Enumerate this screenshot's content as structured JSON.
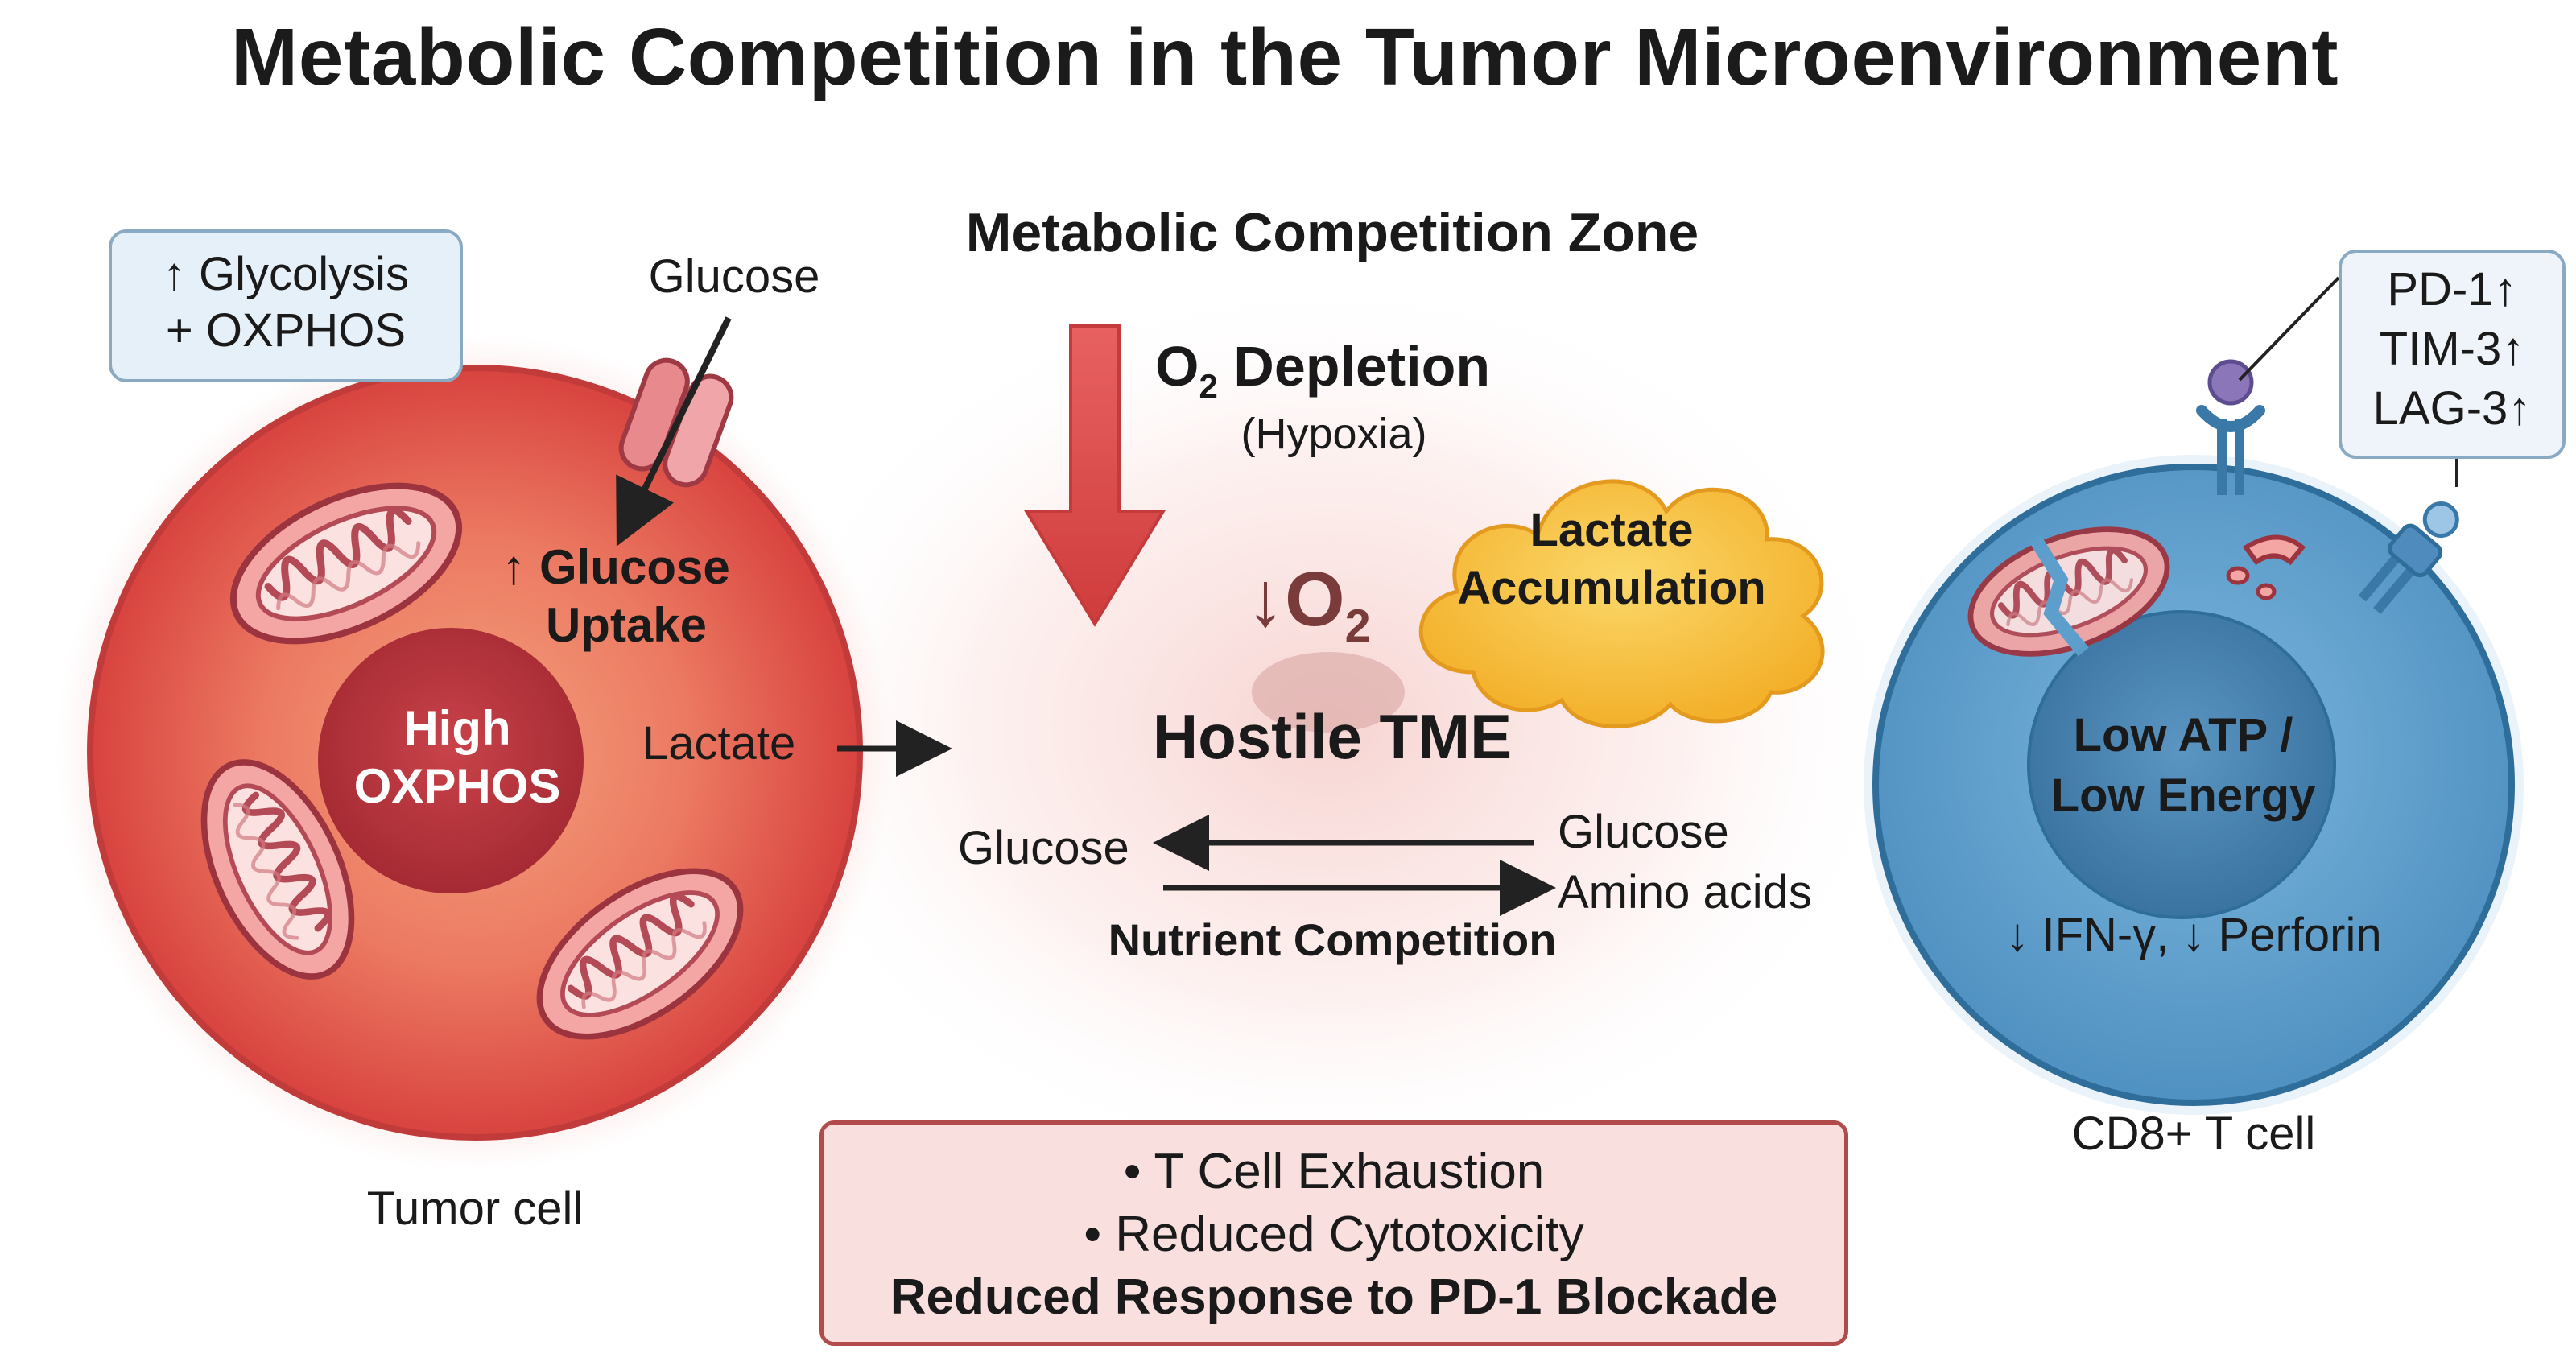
{
  "title": "Metabolic Competition in the Tumor Microenvironment",
  "tumor": {
    "box_line1": "↑ Glycolysis",
    "box_line2": "+ OXPHOS",
    "glucose": "Glucose",
    "uptake_line1": "↑ Glucose",
    "uptake_line2": "Uptake",
    "nucleus_line1": "High",
    "nucleus_line2": "OXPHOS",
    "lactate": "Lactate",
    "caption": "Tumor cell"
  },
  "zone": {
    "heading": "Metabolic Competition Zone",
    "o2_depletion_main": "O",
    "o2_depletion_sub": "2",
    "o2_depletion_rest": " Depletion",
    "hypoxia": "(Hypoxia)",
    "low_o2_arrow": "↓",
    "low_o2_main": "O",
    "low_o2_sub": "2",
    "lactate_line1": "Lactate",
    "lactate_line2": "Accumulation",
    "hostile": "Hostile TME",
    "glucose_left": "Glucose",
    "glucose_right": "Glucose",
    "amino_acids": "Amino acids",
    "nutrient": "Nutrient Competition"
  },
  "outcome": {
    "line1": "• T Cell Exhaustion",
    "line2": "• Reduced Cytotoxicity",
    "line3": "Reduced Response to PD-1 Blockade"
  },
  "tcell": {
    "receptor1": "PD-1↑",
    "receptor2": "TIM-3↑",
    "receptor3": "LAG-3↑",
    "nucleus_line1": "Low ATP /",
    "nucleus_line2": "Low Energy",
    "effector": "↓ IFN-γ, ↓ Perforin",
    "caption": "CD8+ T cell"
  },
  "colors": {
    "tumor": "#e05252",
    "tumor_nucleus": "#b5333a",
    "tcell": "#5d9fcc",
    "tcell_nucleus": "#3f7cab",
    "arrow_red": "#d94848",
    "cloud": "#f7c23a"
  }
}
